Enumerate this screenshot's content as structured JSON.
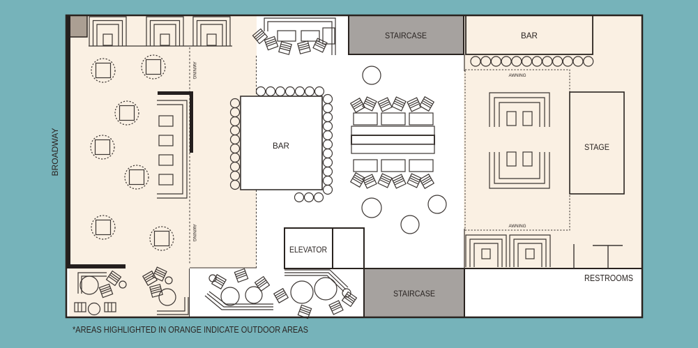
{
  "colors": {
    "background": "#76b3ba",
    "outdoor": "#faf0e3",
    "indoor": "#ffffff",
    "staircase_gray": "#a6a29f",
    "entry_gray": "#ab9f93",
    "wall": "#262120"
  },
  "labels": {
    "street": "BROADWAY",
    "staircase_top": "STAIRCASE",
    "staircase_bottom": "STAIRCASE",
    "bar_right": "BAR",
    "bar_center": "BAR",
    "stage": "STAGE",
    "elevator": "ELEVATOR",
    "restrooms": "RESTROOMS",
    "awning_left_upper": "AWNING",
    "awning_left_lower": "AWNING",
    "awning_right_upper": "AWNING",
    "awning_right_lower": "AWNING",
    "footnote": "*AREAS HIGHLIGHTED IN ORANGE INDICATE OUTDOOR AREAS"
  }
}
